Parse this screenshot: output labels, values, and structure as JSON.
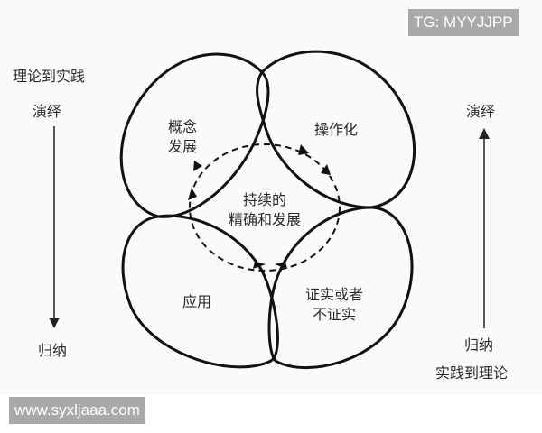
{
  "watermarks": {
    "top_right": "TG: MYYJJPP",
    "bottom_left": "www.syxljaaa.com"
  },
  "left_axis": {
    "top_label": "理论到实践",
    "start_label": "演绎",
    "end_label": "归纳",
    "arrow_direction": "down"
  },
  "right_axis": {
    "start_label": "归纳",
    "end_label": "演绎",
    "bottom_label": "实践到理论",
    "arrow_direction": "up"
  },
  "loops": {
    "top_left": "概念\n发展",
    "top_right": "操作化",
    "bottom_left": "应用",
    "bottom_right": "证实或者\n不证实"
  },
  "center": {
    "line1": "持续的",
    "line2": "精确和发展"
  },
  "colors": {
    "stroke": "#111111",
    "background": "#fafafa",
    "watermark_bg": "#a9a9a9"
  }
}
